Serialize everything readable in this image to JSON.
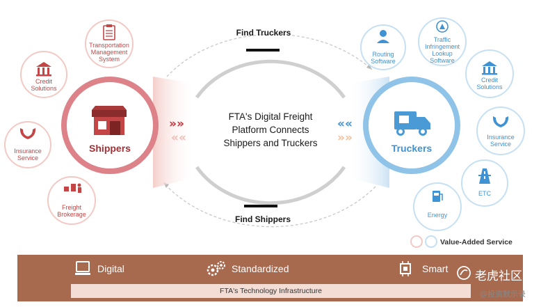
{
  "center": {
    "line1": "FTA's Digital Freight",
    "line2": "Platform Connects",
    "line3": "Shippers and Truckers"
  },
  "arcs": {
    "top_label": "Find Truckers",
    "bottom_label": "Find Shippers"
  },
  "shippers": {
    "label": "Shippers",
    "color": "#d9777a",
    "services": [
      {
        "line1": "Transportation",
        "line2": "Management",
        "line3": "System"
      },
      {
        "line1": "Credit",
        "line2": "Solutions"
      },
      {
        "line1": "Insurance",
        "line2": "Service"
      },
      {
        "line1": "Freight",
        "line2": "Brokerage"
      }
    ]
  },
  "truckers": {
    "label": "Truckers",
    "color": "#8bbfe6",
    "services": [
      {
        "line1": "Routing",
        "line2": "Software"
      },
      {
        "line1": "Traffic",
        "line2": "Infringement",
        "line3": "Lookup",
        "line4": "Software"
      },
      {
        "line1": "Credit",
        "line2": "Solutions"
      },
      {
        "line1": "Insurance",
        "line2": "Service"
      },
      {
        "line1": "ETC"
      },
      {
        "line1": "Energy"
      }
    ]
  },
  "legend": {
    "label": "Value-Added Service"
  },
  "infrastructure": {
    "items": [
      {
        "label": "Digital",
        "icon": "monitor-icon"
      },
      {
        "label": "Standardized",
        "icon": "gears-icon"
      },
      {
        "label": "Smart",
        "icon": "chip-icon"
      }
    ],
    "title": "FTA's Technology Infrastructure",
    "bar_color": "#a86a4f"
  },
  "watermark": {
    "line1": "老虎社区",
    "line2": "@投资默示录"
  }
}
